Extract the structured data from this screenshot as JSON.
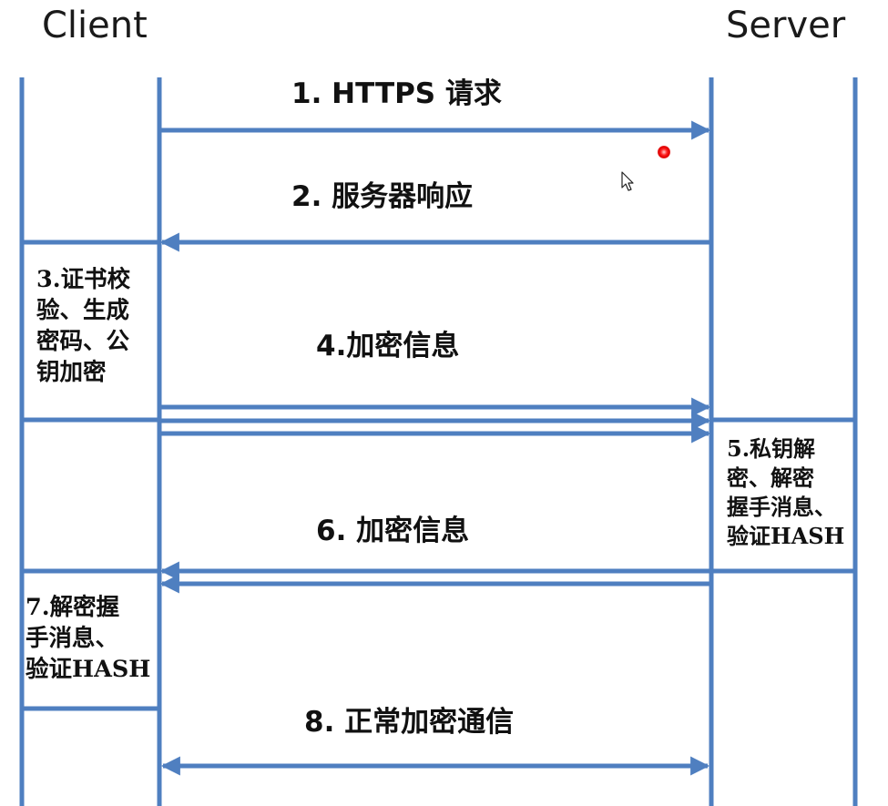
{
  "parties": {
    "client": "Client",
    "server": "Server"
  },
  "messages": {
    "m1": "1. HTTPS 请求",
    "m2": "2. 服务器响应",
    "m4": "4.加密信息",
    "m6": "6. 加密信息",
    "m8": "8. 正常加密通信"
  },
  "notes": {
    "n3": "3.证书校\n验、生成\n密码、公\n钥加密",
    "n5": "5.私钥解\n密、解密\n握手消息、\n验证HASH",
    "n7": "7.解密握\n手消息、\n验证HASH"
  },
  "colors": {
    "line": "#4f7fc0",
    "text": "#111111"
  },
  "icons": {
    "cursor": "mouse-pointer-icon",
    "laser": "red-laser-dot-icon"
  }
}
